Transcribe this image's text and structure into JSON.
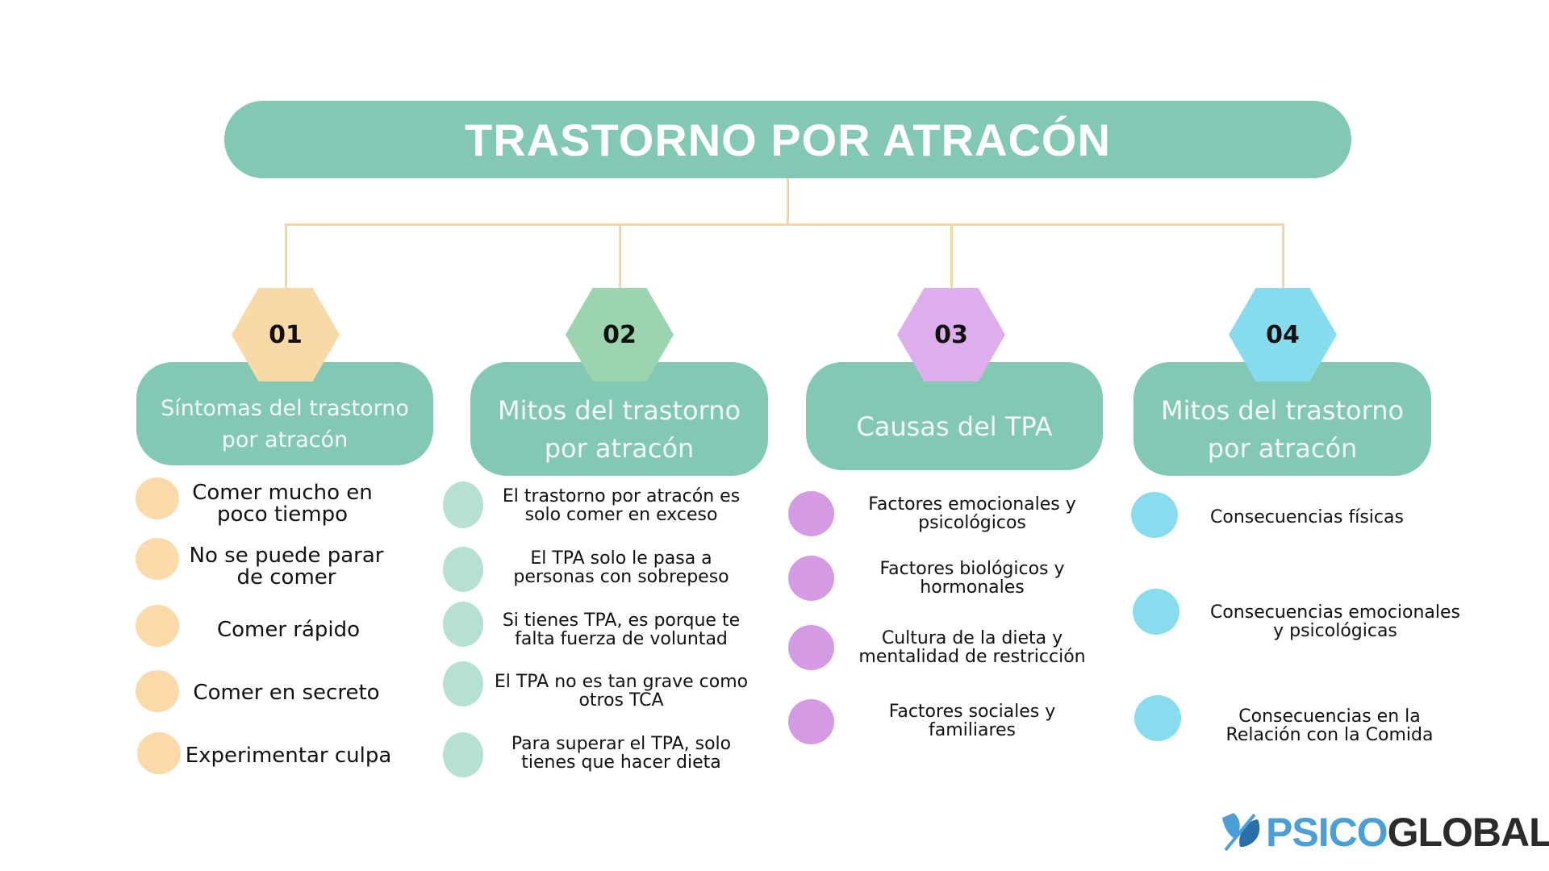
{
  "title": "TRASTORNO POR ATRACÓN",
  "colors": {
    "title_bg": "#82c8b4",
    "connector": "#f2d6a6",
    "card_bg": "#82c8b4",
    "hex_01": "#fad9a8",
    "hex_02": "#9dd4b0",
    "hex_03": "#deaeec",
    "hex_04": "#86dced",
    "dot_01": "#fcd9a8",
    "dot_02": "#b6e0d2",
    "dot_03": "#d49ae4",
    "dot_04": "#88dcee",
    "logo_blue": "#4a9fd8",
    "logo_dark": "#2b2b2b"
  },
  "columns": [
    {
      "number": "01",
      "heading": "Síntomas del trastorno por atracón",
      "items": [
        "Comer mucho en\npoco tiempo",
        "No se puede parar\nde comer",
        "Comer rápido",
        "Comer en secreto",
        "Experimentar culpa"
      ]
    },
    {
      "number": "02",
      "heading": "Mitos del trastorno por atracón",
      "items": [
        "El trastorno por atracón es\nsolo comer en exceso",
        "El TPA solo le pasa a\npersonas con sobrepeso",
        "Si tienes TPA, es porque te\nfalta fuerza de voluntad",
        "El TPA no es tan grave como\notros TCA",
        "Para superar el TPA, solo\ntienes que hacer dieta"
      ]
    },
    {
      "number": "03",
      "heading": "Causas del TPA",
      "items": [
        "Factores emocionales y\npsicológicos",
        "Factores biológicos y\nhormonales",
        "Cultura de la dieta y\nmentalidad de restricción",
        "Factores sociales y\nfamiliares"
      ]
    },
    {
      "number": "04",
      "heading": "Mitos del trastorno por atracón",
      "items": [
        "Consecuencias físicas",
        "Consecuencias emocionales\ny psicológicas",
        "Consecuencias en la\nRelación con la Comida"
      ]
    }
  ],
  "logo": {
    "part1": "PSICO",
    "part2": "GLOBAL"
  }
}
